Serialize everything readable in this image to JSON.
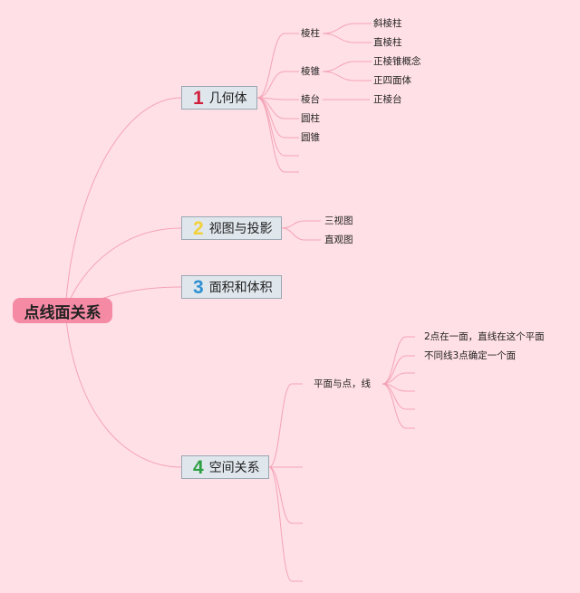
{
  "root": {
    "label": "点线面关系"
  },
  "colors": {
    "line": "#f4a3b6",
    "root": "#f58aa5",
    "num1": "#d11f3c",
    "num2": "#f3d13a",
    "num3": "#2f90d2",
    "num4": "#2ea043"
  },
  "branches": [
    {
      "number": "1",
      "label": "几何体",
      "children": [
        {
          "label": "棱柱",
          "children": [
            {
              "label": "斜棱柱"
            },
            {
              "label": "直棱柱"
            }
          ]
        },
        {
          "label": "棱锥",
          "children": [
            {
              "label": "正棱锥概念"
            },
            {
              "label": "正四面体"
            }
          ]
        },
        {
          "label": "棱台",
          "children": [
            {
              "label": "正棱台"
            }
          ]
        },
        {
          "label": "圆柱"
        },
        {
          "label": "圆锥"
        }
      ]
    },
    {
      "number": "2",
      "label": "视图与投影",
      "children": [
        {
          "label": "三视图"
        },
        {
          "label": "直观图"
        }
      ]
    },
    {
      "number": "3",
      "label": "面积和体积"
    },
    {
      "number": "4",
      "label": "空间关系",
      "children": [
        {
          "label": "平面与点，线",
          "children": [
            {
              "label": "2点在一面，直线在这个平面"
            },
            {
              "label": "不同线3点确定一个面"
            }
          ]
        }
      ]
    }
  ]
}
